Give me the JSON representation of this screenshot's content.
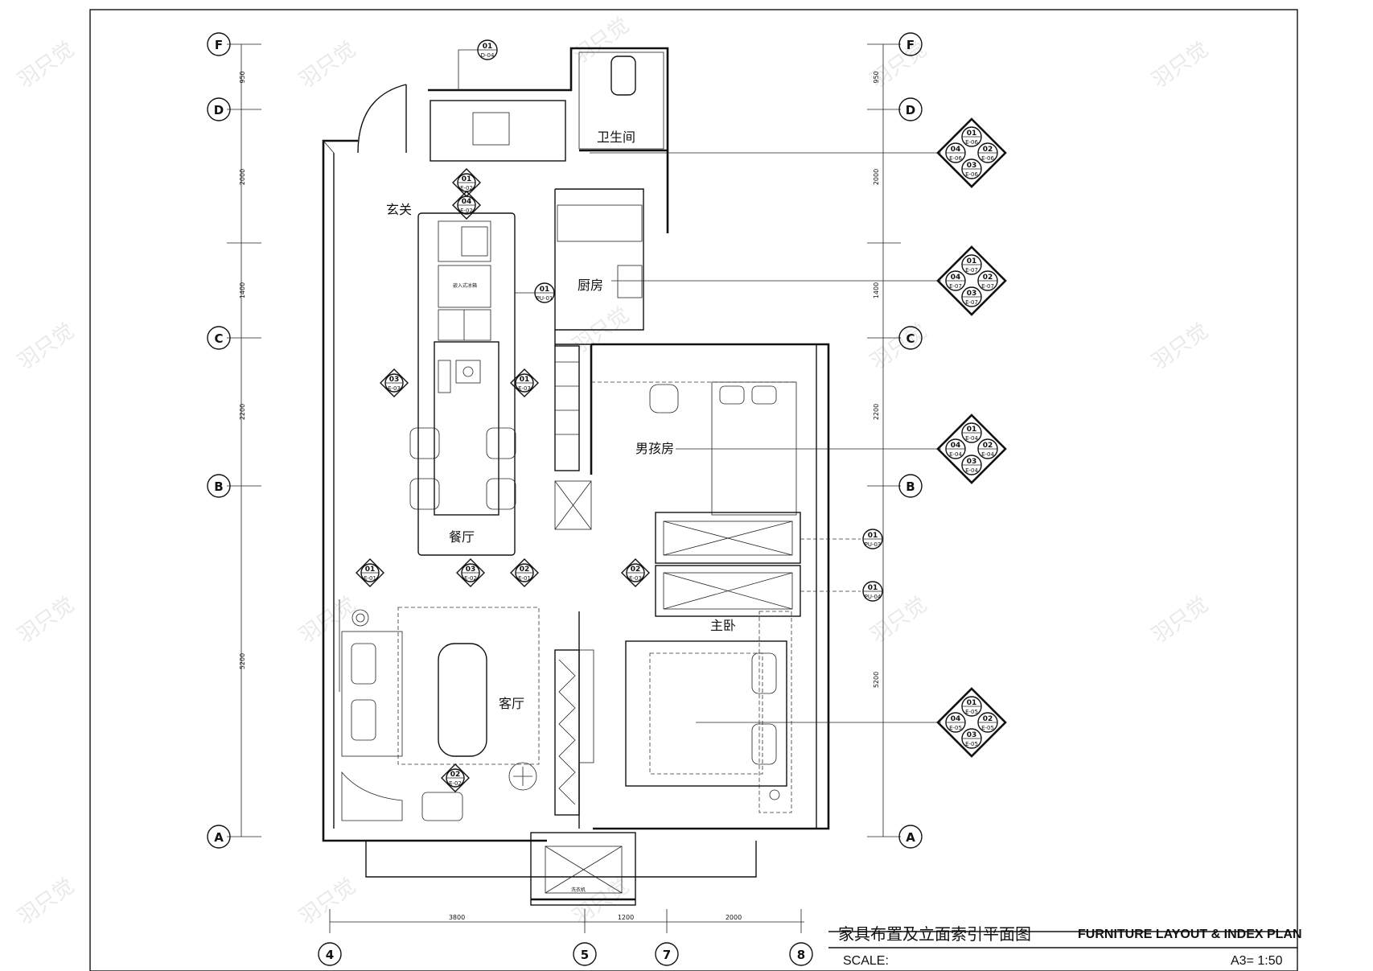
{
  "rooms": {
    "bathroom": "卫生间",
    "entrance": "玄关",
    "kitchen": "厨房",
    "boys_room": "男孩房",
    "dining": "餐厅",
    "living": "客厅",
    "master_bedroom": "主卧"
  },
  "fixture_label": "嵌入式冰箱",
  "small_fixture_label": "洗衣机",
  "axes": {
    "horizontal": [
      "F",
      "D",
      "C",
      "B",
      "A"
    ],
    "vertical": [
      "4",
      "5",
      "7",
      "8"
    ]
  },
  "dimensions": {
    "left_vertical": [
      "950",
      "2000",
      "1400",
      "2200",
      "5200"
    ],
    "right_vertical": [
      "950",
      "2000",
      "1400",
      "2200",
      "5200"
    ],
    "bottom": [
      "3800",
      "1200",
      "2000"
    ]
  },
  "elevation_index": [
    {
      "top": "01",
      "top_ref": "E-06",
      "left": "04",
      "left_ref": "E-06",
      "right": "02",
      "right_ref": "E-06",
      "bottom": "03",
      "bottom_ref": "E-06"
    },
    {
      "top": "01",
      "top_ref": "E-07",
      "left": "04",
      "left_ref": "E-07",
      "right": "02",
      "right_ref": "E-07",
      "bottom": "03",
      "bottom_ref": "E-07"
    },
    {
      "top": "01",
      "top_ref": "E-04",
      "left": "04",
      "left_ref": "E-04",
      "right": "02",
      "right_ref": "E-04",
      "bottom": "03",
      "bottom_ref": "E-04"
    },
    {
      "top": "01",
      "top_ref": "E-05",
      "left": "04",
      "left_ref": "E-05",
      "right": "02",
      "right_ref": "E-05",
      "bottom": "03",
      "bottom_ref": "E-05"
    }
  ],
  "markers": {
    "door_top": {
      "num": "01",
      "ref": "D-04"
    },
    "entry_1": {
      "num": "01",
      "ref": "E-02"
    },
    "entry_2": {
      "num": "04",
      "ref": "E-02"
    },
    "pu01": {
      "num": "01",
      "ref": "PU-01"
    },
    "dining_left": {
      "num": "03",
      "ref": "E-03"
    },
    "dining_right": {
      "num": "01",
      "ref": "E-03"
    },
    "living_1": {
      "num": "01",
      "ref": "E-01"
    },
    "living_2": {
      "num": "03",
      "ref": "E-02"
    },
    "living_3": {
      "num": "02",
      "ref": "E-01"
    },
    "bed_corr": {
      "num": "02",
      "ref": "E-03"
    },
    "pu03": {
      "num": "01",
      "ref": "PU-03"
    },
    "pu04": {
      "num": "01",
      "ref": "PU-04"
    },
    "sofa": {
      "num": "02",
      "ref": "E-02"
    }
  },
  "title": {
    "cn": "家具布置及立面索引平面图",
    "en": "FURNITURE LAYOUT & INDEX PLAN",
    "scale_label": "SCALE:",
    "scale_value": "A3= 1:50"
  },
  "watermark": "羽只觉"
}
